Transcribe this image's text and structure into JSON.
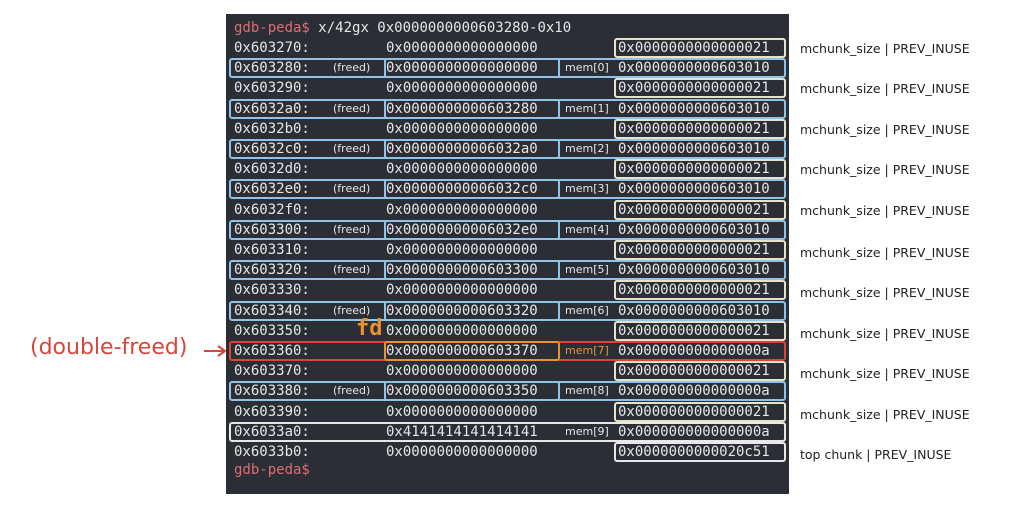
{
  "prompt": "gdb-peda$",
  "command": "x/42gx 0x0000000000603280-0x10",
  "rows": [
    {
      "addr": "0x603270:",
      "freed": "",
      "v1": "0x0000000000000000",
      "mem": "",
      "v2": "0x0000000000000021",
      "ann": "mchunk_size | PREV_INUSE"
    },
    {
      "addr": "0x603280:",
      "freed": "(freed)",
      "v1": "0x0000000000000000",
      "mem": "mem[0]",
      "v2": "0x0000000000603010",
      "ann": ""
    },
    {
      "addr": "0x603290:",
      "freed": "",
      "v1": "0x0000000000000000",
      "mem": "",
      "v2": "0x0000000000000021",
      "ann": "mchunk_size | PREV_INUSE"
    },
    {
      "addr": "0x6032a0:",
      "freed": "(freed)",
      "v1": "0x0000000000603280",
      "mem": "mem[1]",
      "v2": "0x0000000000603010",
      "ann": ""
    },
    {
      "addr": "0x6032b0:",
      "freed": "",
      "v1": "0x0000000000000000",
      "mem": "",
      "v2": "0x0000000000000021",
      "ann": "mchunk_size | PREV_INUSE"
    },
    {
      "addr": "0x6032c0:",
      "freed": "(freed)",
      "v1": "0x00000000006032a0",
      "mem": "mem[2]",
      "v2": "0x0000000000603010",
      "ann": ""
    },
    {
      "addr": "0x6032d0:",
      "freed": "",
      "v1": "0x0000000000000000",
      "mem": "",
      "v2": "0x0000000000000021",
      "ann": "mchunk_size | PREV_INUSE"
    },
    {
      "addr": "0x6032e0:",
      "freed": "(freed)",
      "v1": "0x00000000006032c0",
      "mem": "mem[3]",
      "v2": "0x0000000000603010",
      "ann": ""
    },
    {
      "addr": "0x6032f0:",
      "freed": "",
      "v1": "0x0000000000000000",
      "mem": "",
      "v2": "0x0000000000000021",
      "ann": "mchunk_size | PREV_INUSE"
    },
    {
      "addr": "0x603300:",
      "freed": "(freed)",
      "v1": "0x00000000006032e0",
      "mem": "mem[4]",
      "v2": "0x0000000000603010",
      "ann": ""
    },
    {
      "addr": "0x603310:",
      "freed": "",
      "v1": "0x0000000000000000",
      "mem": "",
      "v2": "0x0000000000000021",
      "ann": "mchunk_size | PREV_INUSE"
    },
    {
      "addr": "0x603320:",
      "freed": "(freed)",
      "v1": "0x0000000000603300",
      "mem": "mem[5]",
      "v2": "0x0000000000603010",
      "ann": ""
    },
    {
      "addr": "0x603330:",
      "freed": "",
      "v1": "0x0000000000000000",
      "mem": "",
      "v2": "0x0000000000000021",
      "ann": "mchunk_size | PREV_INUSE"
    },
    {
      "addr": "0x603340:",
      "freed": "(freed)",
      "v1": "0x0000000000603320",
      "mem": "mem[6]",
      "v2": "0x0000000000603010",
      "ann": ""
    },
    {
      "addr": "0x603350:",
      "freed": "",
      "v1": "0x0000000000000000",
      "mem": "",
      "v2": "0x0000000000000021",
      "ann": "mchunk_size | PREV_INUSE"
    },
    {
      "addr": "0x603360:",
      "freed": "",
      "v1": "0x0000000000603370",
      "mem": "mem[7]",
      "v2": "0x000000000000000a",
      "ann": ""
    },
    {
      "addr": "0x603370:",
      "freed": "",
      "v1": "0x0000000000000000",
      "mem": "",
      "v2": "0x0000000000000021",
      "ann": "mchunk_size | PREV_INUSE"
    },
    {
      "addr": "0x603380:",
      "freed": "(freed)",
      "v1": "0x0000000000603350",
      "mem": "mem[8]",
      "v2": "0x000000000000000a",
      "ann": ""
    },
    {
      "addr": "0x603390:",
      "freed": "",
      "v1": "0x0000000000000000",
      "mem": "",
      "v2": "0x0000000000000021",
      "ann": "mchunk_size | PREV_INUSE"
    },
    {
      "addr": "0x6033a0:",
      "freed": "",
      "v1": "0x4141414141414141",
      "mem": "mem[9]",
      "v2": "0x000000000000000a",
      "ann": ""
    },
    {
      "addr": "0x6033b0:",
      "freed": "",
      "v1": "0x0000000000000000",
      "mem": "",
      "v2": "0x0000000000020c51",
      "ann": "top chunk | PREV_INUSE"
    }
  ],
  "fd_label": "fd",
  "double_freed_label": "(double-freed)",
  "colors": {
    "terminal_bg": "#2b2e35",
    "prompt": "#e06c75",
    "freed_box": "#8fc4e8",
    "size_box": "#e8e2c8",
    "double_freed": "#d9453a",
    "fd": "#e8922e"
  }
}
